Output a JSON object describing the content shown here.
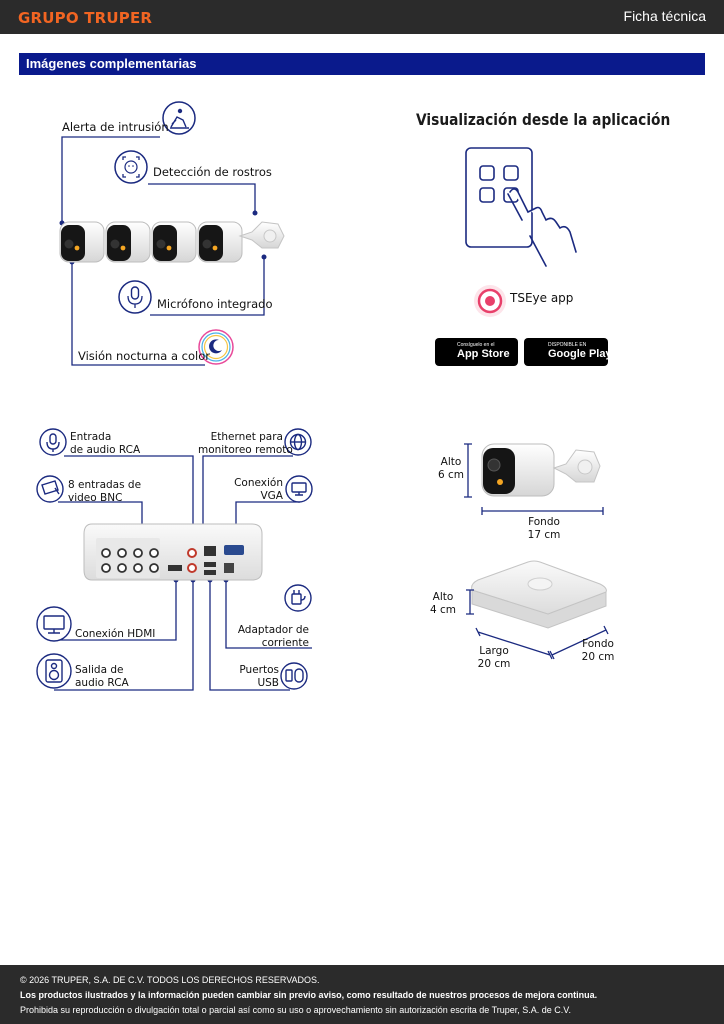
{
  "header": {
    "brand": "GRUPO TRUPER",
    "doc_type": "Ficha técnica"
  },
  "section": {
    "title": "Imágenes complementarias"
  },
  "features": {
    "intrusion": "Alerta de intrusión",
    "faces": "Detección de rostros",
    "mic": "Micrófono integrado",
    "night": "Visión nocturna a color"
  },
  "app": {
    "title": "Visualización desde la aplicación",
    "name": "TSEye app",
    "appstore_small": "Consíguelo en el",
    "appstore_big": "App Store",
    "googleplay_small": "DISPONIBLE EN",
    "googleplay_big": "Google Play"
  },
  "dvr": {
    "rca_in_1": "Entrada",
    "rca_in_2": "de audio RCA",
    "ethernet_1": "Ethernet para",
    "ethernet_2": "monitoreo remoto",
    "bnc_1": "8 entradas de",
    "bnc_2": "video BNC",
    "vga_1": "Conexión",
    "vga_2": "VGA",
    "hdmi": "Conexión HDMI",
    "power_1": "Adaptador de",
    "power_2": "corriente",
    "rca_out_1": "Salida de",
    "rca_out_2": "audio RCA",
    "usb_1": "Puertos",
    "usb_2": "USB"
  },
  "dimensions": {
    "cam_height_label": "Alto",
    "cam_height_value": "6 cm",
    "cam_depth_label": "Fondo",
    "cam_depth_value": "17 cm",
    "dvr_height_label": "Alto",
    "dvr_height_value": "4 cm",
    "dvr_length_label": "Largo",
    "dvr_length_value": "20 cm",
    "dvr_depth_label": "Fondo",
    "dvr_depth_value": "20 cm"
  },
  "footer": {
    "line1": "© 2026 TRUPER, S.A. DE C.V. TODOS LOS DERECHOS RESERVADOS.",
    "line2": "Los productos ilustrados y la información pueden cambiar sin previo aviso, como resultado de nuestros procesos de mejora continua.",
    "line3": "Prohibida su reproducción o divulgación total o parcial así como su uso o aprovechamiento sin autorización escrita de Truper, S.A. de C.V."
  },
  "colors": {
    "accent": "#f26522",
    "navy": "#0a1a8c",
    "line": "#1b2a80",
    "dark": "#2b2b2b"
  }
}
